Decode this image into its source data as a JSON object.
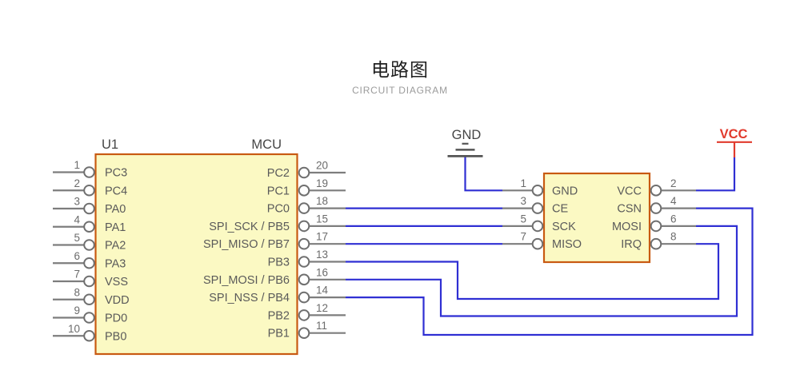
{
  "title": {
    "zh": "电路图",
    "en": "CIRCUIT DIAGRAM"
  },
  "mcu": {
    "ref": "U1",
    "name": "MCU",
    "left_pins": [
      {
        "num": "1",
        "label": "PC3"
      },
      {
        "num": "2",
        "label": "PC4"
      },
      {
        "num": "3",
        "label": "PA0"
      },
      {
        "num": "4",
        "label": "PA1"
      },
      {
        "num": "5",
        "label": "PA2"
      },
      {
        "num": "6",
        "label": "PA3"
      },
      {
        "num": "7",
        "label": "VSS"
      },
      {
        "num": "8",
        "label": "VDD"
      },
      {
        "num": "9",
        "label": "PD0"
      },
      {
        "num": "10",
        "label": "PB0"
      }
    ],
    "right_pins": [
      {
        "num": "20",
        "label": "PC2"
      },
      {
        "num": "19",
        "label": "PC1"
      },
      {
        "num": "18",
        "label": "PC0"
      },
      {
        "num": "15",
        "label": "SPI_SCK / PB5"
      },
      {
        "num": "17",
        "label": "SPI_MISO / PB7"
      },
      {
        "num": "13",
        "label": "PB3"
      },
      {
        "num": "16",
        "label": "SPI_MOSI / PB6"
      },
      {
        "num": "14",
        "label": "SPI_NSS / PB4"
      },
      {
        "num": "12",
        "label": "PB2"
      },
      {
        "num": "11",
        "label": "PB1"
      }
    ]
  },
  "module": {
    "left_pins": [
      {
        "num": "1",
        "label": "GND"
      },
      {
        "num": "3",
        "label": "CE"
      },
      {
        "num": "5",
        "label": "SCK"
      },
      {
        "num": "7",
        "label": "MISO"
      }
    ],
    "right_pins": [
      {
        "num": "2",
        "label": "VCC"
      },
      {
        "num": "4",
        "label": "CSN"
      },
      {
        "num": "6",
        "label": "MOSI"
      },
      {
        "num": "8",
        "label": "IRQ"
      }
    ]
  },
  "power": {
    "gnd": "GND",
    "vcc": "VCC"
  },
  "connections": [
    {
      "from": "MCU pin 18 (PC0)",
      "to": "Module pin 3 (CE)"
    },
    {
      "from": "MCU pin 15 (SPI_SCK / PB5)",
      "to": "Module pin 5 (SCK)"
    },
    {
      "from": "MCU pin 17 (SPI_MISO / PB7)",
      "to": "Module pin 7 (MISO)"
    },
    {
      "from": "MCU pin 13 (PB3)",
      "to": "Module pin 8 (IRQ)"
    },
    {
      "from": "MCU pin 16 (SPI_MOSI / PB6)",
      "to": "Module pin 6 (MOSI)"
    },
    {
      "from": "MCU pin 14 (SPI_NSS / PB4)",
      "to": "Module pin 4 (CSN)"
    },
    {
      "from": "GND symbol",
      "to": "Module pin 1 (GND)"
    },
    {
      "from": "VCC symbol",
      "to": "Module pin 2 (VCC)"
    }
  ],
  "colors": {
    "wire_blue": "#2f2fd3",
    "lead_gray": "#7d7d7d",
    "circle_gray": "#6f6f6f",
    "component_fill": "#fbf9c3",
    "component_border": "#c85a12",
    "vcc_red": "#e13a2d",
    "label_gray": "#5a5a5a",
    "number_gray": "#6b6b6b",
    "gnd_symbol_gray": "#555555",
    "ref_text": "#454545"
  }
}
